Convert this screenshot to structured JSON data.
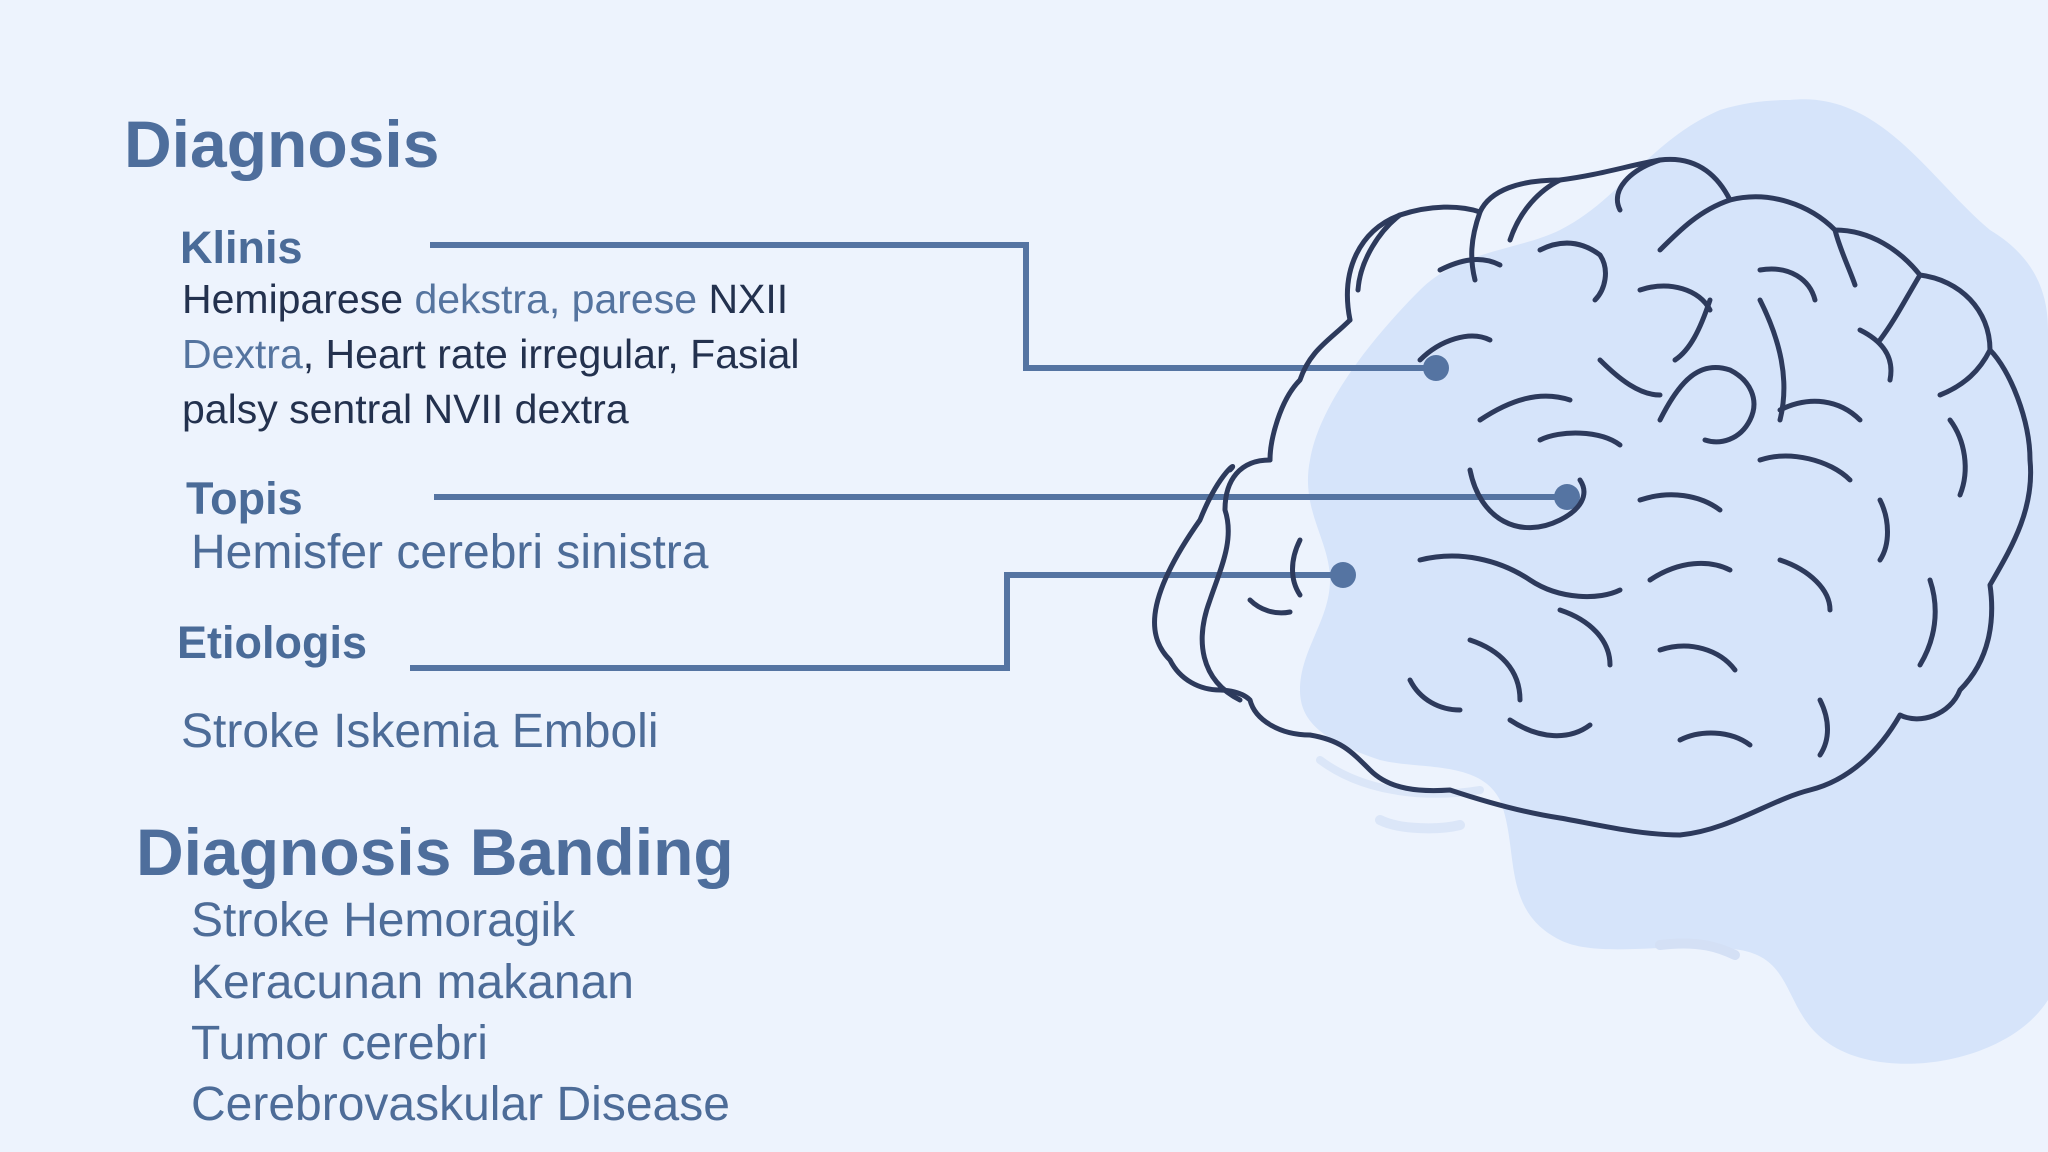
{
  "colors": {
    "background": "#edf3fd",
    "heading": "#4e6e9c",
    "dark_text": "#23314e",
    "accent_text": "#55749f",
    "connector": "#5574a2",
    "blob": "#d6e4fa",
    "brain_outline": "#2d3a5c"
  },
  "diagnosis": {
    "title": "Diagnosis",
    "klinis": {
      "label": "Klinis",
      "line1_part1": "Hemiparese ",
      "line1_part2": "dekstra, parese ",
      "line1_part3": "NXII",
      "line2_part1": "Dextra",
      "line2_part2": ", Heart rate irregular,  Fasial",
      "line3": "palsy sentral NVII dextra"
    },
    "topis": {
      "label": "Topis",
      "value": "Hemisfer cerebri sinistra"
    },
    "etiologis": {
      "label": "Etiologis",
      "value": "Stroke Iskemia Emboli"
    }
  },
  "diagnosis_banding": {
    "title": "Diagnosis Banding",
    "items": [
      "Stroke Hemoragik",
      "Keracunan makanan",
      "Tumor cerebri",
      "Cerebrovaskular Disease"
    ]
  },
  "illustration": {
    "icon": "brain-icon"
  }
}
